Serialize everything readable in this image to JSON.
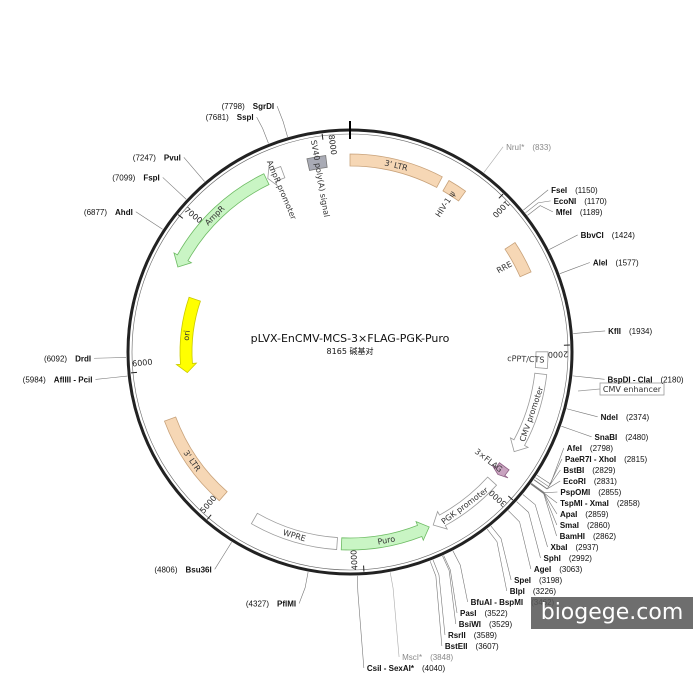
{
  "plasmid": {
    "name": "pLVX-EnCMV-MCS-3×FLAG-PGK-Puro",
    "size_label": "8165 碱基对",
    "length": 8165
  },
  "colors": {
    "backbone": "#222222",
    "ltr": "#f6d7b5",
    "ltr_stroke": "#c8a27a",
    "green": "#c9f5c4",
    "green_stroke": "#6dbb63",
    "yellow": "#ffff00",
    "yellow_stroke": "#c9c900",
    "gray": "#a9abb5",
    "purple": "#c9a3c0",
    "white_stroke": "#9a9a9a"
  },
  "ticks": [
    {
      "bp": 1000,
      "label": "1000"
    },
    {
      "bp": 2000,
      "label": "2000"
    },
    {
      "bp": 3000,
      "label": "3000"
    },
    {
      "bp": 4000,
      "label": "4000"
    },
    {
      "bp": 5000,
      "label": "5000"
    },
    {
      "bp": 6000,
      "label": "6000"
    },
    {
      "bp": 7000,
      "label": "7000"
    },
    {
      "bp": 8000,
      "label": "8000"
    }
  ],
  "features": [
    {
      "id": "ltr3-top",
      "label": "3' LTR",
      "start": 0,
      "end": 630,
      "type": "box",
      "color": "ltr"
    },
    {
      "id": "hiv-psi",
      "label": "HIV-1 ψ",
      "start": 680,
      "end": 810,
      "type": "box",
      "color": "ltr"
    },
    {
      "id": "rre",
      "label": "RRE",
      "start": 1280,
      "end": 1500,
      "type": "box",
      "color": "ltr"
    },
    {
      "id": "cppt",
      "label": "cPPT/CTS",
      "start": 2040,
      "end": 2150,
      "type": "box",
      "color": "white"
    },
    {
      "id": "cmv-promoter",
      "label": "CMV promoter",
      "start": 2190,
      "end": 2750,
      "type": "arrow",
      "color": "white"
    },
    {
      "id": "flag",
      "label": "3×FLAG",
      "start": 2870,
      "end": 2940,
      "type": "arrow",
      "color": "purple"
    },
    {
      "id": "pgk-promoter",
      "label": "PGK promoter",
      "start": 3000,
      "end": 3500,
      "type": "arrow",
      "color": "white"
    },
    {
      "id": "puro",
      "label": "Puro",
      "start": 3530,
      "end": 4140,
      "type": "arrow-rev",
      "color": "green"
    },
    {
      "id": "wpre",
      "label": "WPRE",
      "start": 4170,
      "end": 4760,
      "type": "box",
      "color": "white"
    },
    {
      "id": "ltr3-bottom",
      "label": "3' LTR",
      "start": 5020,
      "end": 5660,
      "type": "box",
      "color": "ltr"
    },
    {
      "id": "ori",
      "label": "ori",
      "start": 5960,
      "end": 6550,
      "type": "arrow-rev",
      "color": "yellow",
      "inner": true
    },
    {
      "id": "ampr",
      "label": "AmpR",
      "start": 6720,
      "end": 7580,
      "type": "arrow-rev",
      "color": "green"
    },
    {
      "id": "ampr-promoter",
      "label": "AmpR promoter",
      "start": 7590,
      "end": 7700,
      "type": "arrow-rev",
      "color": "white"
    },
    {
      "id": "sv40",
      "label": "SV40 poly(A) signal",
      "start": 7880,
      "end": 8005,
      "type": "box",
      "color": "gray"
    }
  ],
  "cmv_enhancer_label": "CMV enhancer",
  "sites": [
    {
      "name": "NruI*",
      "pos": "(833)",
      "bp": 833,
      "gray": true
    },
    {
      "name": "FseI",
      "pos": "(1150)",
      "bp": 1150
    },
    {
      "name": "EcoNI",
      "pos": "(1170)",
      "bp": 1170
    },
    {
      "name": "MfeI",
      "pos": "(1189)",
      "bp": 1189
    },
    {
      "name": "BbvCI",
      "pos": "(1424)",
      "bp": 1424
    },
    {
      "name": "AleI",
      "pos": "(1577)",
      "bp": 1577
    },
    {
      "name": "KflI",
      "pos": "(1934)",
      "bp": 1934
    },
    {
      "name": "BspDI - ClaI",
      "pos": "(2180)",
      "bp": 2180
    },
    {
      "name": "NdeI",
      "pos": "(2374)",
      "bp": 2374
    },
    {
      "name": "SnaBI",
      "pos": "(2480)",
      "bp": 2480
    },
    {
      "name": "AfeI",
      "pos": "(2798)",
      "bp": 2798
    },
    {
      "name": "PaeR7I - XhoI",
      "pos": "(2815)",
      "bp": 2815
    },
    {
      "name": "BstBI",
      "pos": "(2829)",
      "bp": 2829
    },
    {
      "name": "EcoRI",
      "pos": "(2831)",
      "bp": 2831
    },
    {
      "name": "PspOMI",
      "pos": "(2855)",
      "bp": 2855
    },
    {
      "name": "TspMI - XmaI",
      "pos": "(2858)",
      "bp": 2858
    },
    {
      "name": "ApaI",
      "pos": "(2859)",
      "bp": 2859
    },
    {
      "name": "SmaI",
      "pos": "(2860)",
      "bp": 2860
    },
    {
      "name": "BamHI",
      "pos": "(2862)",
      "bp": 2862
    },
    {
      "name": "XbaI",
      "pos": "(2937)",
      "bp": 2937
    },
    {
      "name": "SphI",
      "pos": "(2992)",
      "bp": 2992
    },
    {
      "name": "AgeI",
      "pos": "(3063)",
      "bp": 3063
    },
    {
      "name": "SpeI",
      "pos": "(3198)",
      "bp": 3198
    },
    {
      "name": "BlpI",
      "pos": "(3226)",
      "bp": 3226
    },
    {
      "name": "BfuAI - BspMI",
      "pos": "(3462)",
      "bp": 3462
    },
    {
      "name": "PasI",
      "pos": "(3522)",
      "bp": 3522
    },
    {
      "name": "BsiWI",
      "pos": "(3529)",
      "bp": 3529
    },
    {
      "name": "RsrII",
      "pos": "(3589)",
      "bp": 3589
    },
    {
      "name": "BstEII",
      "pos": "(3607)",
      "bp": 3607
    },
    {
      "name": "MscI*",
      "pos": "(3848)",
      "bp": 3848,
      "gray": true
    },
    {
      "name": "CsiI - SexAI*",
      "pos": "(4040)",
      "bp": 4040
    },
    {
      "name": "PflMI",
      "pos": "(4327)",
      "bp": 4327
    },
    {
      "name": "Bsu36I",
      "pos": "(4806)",
      "bp": 4806
    },
    {
      "name": "AflIII - PciI",
      "pos": "(5984)",
      "bp": 5984
    },
    {
      "name": "DrdI",
      "pos": "(6092)",
      "bp": 6092
    },
    {
      "name": "AhdI",
      "pos": "(6877)",
      "bp": 6877
    },
    {
      "name": "FspI",
      "pos": "(7099)",
      "bp": 7099
    },
    {
      "name": "PvuI",
      "pos": "(7247)",
      "bp": 7247
    },
    {
      "name": "SspI",
      "pos": "(7681)",
      "bp": 7681
    },
    {
      "name": "SgrDI",
      "pos": "(7798)",
      "bp": 7798
    }
  ],
  "watermark": "biogege.com"
}
